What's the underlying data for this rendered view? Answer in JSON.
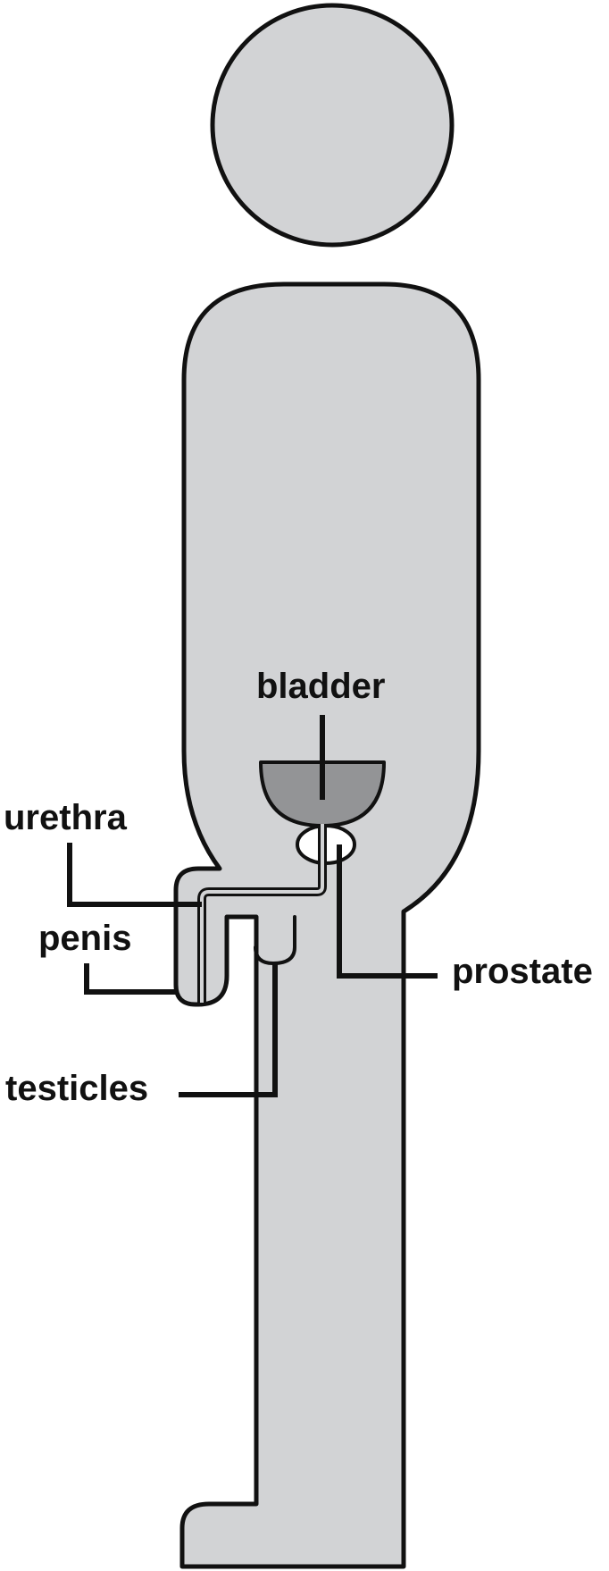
{
  "colors": {
    "body_fill": "#d2d3d5",
    "bladder_fill": "#939496",
    "outline": "#111111",
    "urethra_fill": "#d2d3d5"
  },
  "labels": {
    "bladder": "bladder",
    "urethra": "urethra",
    "penis": "penis",
    "prostate": "prostate",
    "testicles": "testicles"
  }
}
